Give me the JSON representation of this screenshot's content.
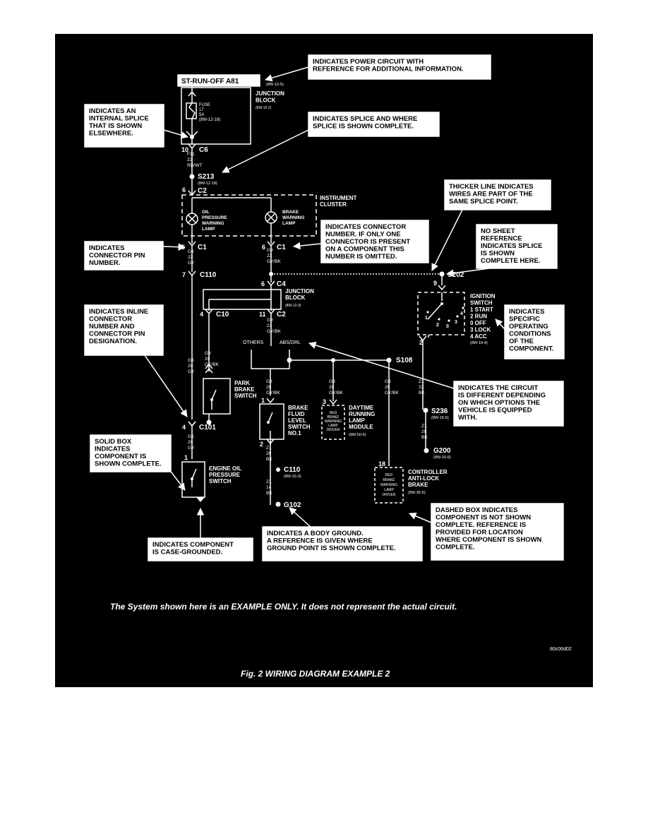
{
  "callouts": {
    "power_circuit": [
      "INDICATES POWER CIRCUIT WITH",
      "REFERENCE FOR ADDITIONAL INFORMATION."
    ],
    "internal_splice": [
      "INDICATES AN",
      "INTERNAL SPLICE",
      "THAT IS SHOWN",
      "ELSEWHERE."
    ],
    "splice_where": [
      "INDICATES SPLICE AND WHERE",
      "SPLICE IS SHOWN COMPLETE."
    ],
    "thicker_line": [
      "THICKER LINE INDICATES",
      "WIRES ARE PART OF THE",
      "SAME SPLICE POINT."
    ],
    "no_sheet_ref": [
      "NO SHEET",
      "REFERENCE",
      "INDICATES SPLICE",
      "IS SHOWN",
      "COMPLETE HERE."
    ],
    "connector_number": [
      "INDICATES CONNECTOR",
      "NUMBER.  IF ONLY ONE",
      "CONNECTOR IS PRESENT",
      "ON A COMPONENT THIS",
      "NUMBER IS OMITTED."
    ],
    "connector_pin": [
      "INDICATES",
      "CONNECTOR PIN",
      "NUMBER."
    ],
    "inline_connector": [
      "INDICATES INLINE",
      "CONNECTOR",
      "NUMBER AND",
      "CONNECTOR PIN",
      "DESIGNATION."
    ],
    "operating_conditions": [
      "INDICATES",
      "SPECIFIC",
      "OPERATING",
      "CONDITIONS",
      "OF THE",
      "COMPONENT."
    ],
    "circuit_options": [
      "INDICATES THE CIRCUIT",
      "IS DIFFERENT DEPENDING",
      "ON WHICH OPTIONS THE",
      "VEHICLE IS EQUIPPED",
      "WITH."
    ],
    "solid_box": [
      "SOLID BOX",
      "INDICATES",
      "COMPONENT IS",
      "SHOWN COMPLETE."
    ],
    "dashed_box": [
      "DASHED BOX INDICATES",
      "COMPONENT IS NOT SHOWN",
      "COMPLETE.  REFERENCE IS",
      "PROVIDED FOR LOCATION",
      "WHERE COMPONENT IS SHOWN",
      "COMPLETE."
    ],
    "case_grounded": [
      "INDICATES COMPONENT",
      "IS CASE-GROUNDED."
    ],
    "body_ground": [
      "INDICATES A BODY GROUND.",
      "A REFERENCE IS GIVEN WHERE",
      "GROUND POINT IS SHOWN COMPLETE."
    ]
  },
  "diagram": {
    "power_box_label": "ST-RUN-OFF A81",
    "power_ref": "(8W-10-5)",
    "junction_block_1": [
      "JUNCTION",
      "BLOCK"
    ],
    "junction_block_1_ref": "(8W-12-2)",
    "fuse_text": [
      "FUSE",
      "17",
      "5A",
      "(8W-12-18)"
    ],
    "c6_pin": "10",
    "c6_label": "C6",
    "wire_f11": [
      "F11",
      "22",
      "RD/WT"
    ],
    "s213_label": "S213",
    "s213_ref": "(8W-12-18)",
    "c2_pin": "6",
    "c2_label": "C2",
    "instrument_cluster": [
      "INSTRUMENT",
      "CLUSTER"
    ],
    "oil_lamp": [
      "OIL",
      "PRESSURE",
      "WARNING",
      "LAMP"
    ],
    "brake_lamp": [
      "BRAKE",
      "WARNING",
      "LAMP"
    ],
    "c1_left_pin": "5",
    "c1_right_pin": "6",
    "c1_label": "C1",
    "wire_g6_a": [
      "G6",
      "22",
      "GY"
    ],
    "wire_g9_a": [
      "G9",
      "22",
      "GY/BK"
    ],
    "c110_pin": "7",
    "c110_label": "C110",
    "s202_label": "S202",
    "c4_pin": "6",
    "c4_label": "C4",
    "junction_block_2": [
      "JUNCTION",
      "BLOCK"
    ],
    "junction_block_2_ref": "(8W-12-3)",
    "c10_pin": "4",
    "c10_label": "C10",
    "c2b_pin": "11",
    "c2b_label": "C2",
    "wire_g9_b": [
      "G9",
      "22",
      "GY/BK"
    ],
    "wire_g9_park": [
      "G9",
      "20",
      "GY/BK"
    ],
    "others_label": "OTHERS",
    "abs_label": "ABS/DRL",
    "s108_label": "S108",
    "ignition_switch": [
      "IGNITION",
      "SWITCH",
      "1 START",
      "2 RUN",
      "0 OFF",
      "3 LOCK",
      "4 ACC"
    ],
    "ignition_ref": "(8W-10-4)",
    "ign_top_pin": "9",
    "ign_bottom_pin": "2",
    "ign_contacts": [
      "1",
      "2",
      "0",
      "3",
      "4"
    ],
    "wire_g6_b": [
      "G6",
      "20",
      "GY"
    ],
    "park_brake": [
      "PARK",
      "BRAKE",
      "SWITCH"
    ],
    "wire_g9_c": [
      "G9",
      "20",
      "GY/BK"
    ],
    "wire_g9_d": [
      "G9",
      "20",
      "GY/BK"
    ],
    "wire_g9_e": [
      "G9",
      "20",
      "GY/BK"
    ],
    "brake_fluid": [
      "BRAKE",
      "FLUID",
      "LEVEL",
      "SWITCH",
      "NO.1"
    ],
    "brake_fluid_top_pin": "1",
    "brake_fluid_bottom_pin": "2",
    "drl_pin": "3",
    "drl_inner": [
      "RED",
      "BRAKE",
      "WARNING",
      "LAMP",
      "DRIVER"
    ],
    "drl_module": [
      "DAYTIME",
      "RUNNING",
      "LAMP",
      "MODULE"
    ],
    "drl_ref": "(8W-50-6)",
    "wire_z1_ign": [
      "Z1",
      "22",
      "BK"
    ],
    "s236_label": "S236",
    "s236_ref": "(8W-15-6)",
    "wire_z1_g200": [
      "Z1",
      "20",
      "BK"
    ],
    "g200_label": "G200",
    "g200_ref": "(8W-15-6)",
    "c101_pin": "4",
    "c101_label": "C101",
    "wire_g6_c": [
      "G6",
      "20",
      "GY"
    ],
    "engine_oil_pin": "1",
    "engine_oil": [
      "ENGINE OIL",
      "PRESSURE",
      "SWITCH"
    ],
    "wire_z1_bf": [
      "Z1",
      "20",
      "BK"
    ],
    "c110b_label": "C110",
    "c110b_ref": "(8W-15-3)",
    "wire_z1_g102": [
      "Z1",
      "14",
      "BK"
    ],
    "g102_label": "G102",
    "abs_pin": "18",
    "abs_inner": [
      "RED",
      "BRAKE",
      "WARNING",
      "LAMP",
      "DRIVER"
    ],
    "abs_label_block": [
      "CONTROLLER",
      "ANTI-LOCK",
      "BRAKE"
    ],
    "abs_ref": "(8W-35-5)"
  },
  "footer": {
    "note": "The System shown here is an EXAMPLE  ONLY. It does not represent the actual circuit.",
    "code": "80c06d02",
    "caption": "Fig. 2 WIRING DIAGRAM EXAMPLE 2"
  }
}
